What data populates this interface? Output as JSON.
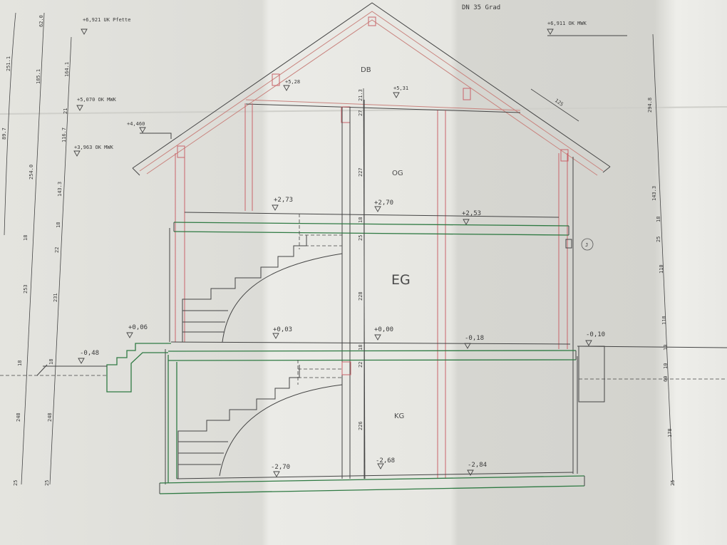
{
  "drawing": {
    "type": "building cross-section",
    "roof_pitch": "DN 35 Grad",
    "rooms": [
      {
        "id": "db",
        "label": "DB"
      },
      {
        "id": "og",
        "label": "OG"
      },
      {
        "id": "eg",
        "label": "EG"
      },
      {
        "id": "kg",
        "label": "KG"
      }
    ],
    "levels": {
      "uk_pfette": "+6,921 UK Pfette",
      "ok_mwk_top": "+6,911 OK MWK",
      "ok_mwk_5070": "+5,070 OK MWK",
      "ok_mwk_3963": "+3,963 OK MWK",
      "eave": "+4,460",
      "db_left": "+5,28",
      "db_mid": "+5,31",
      "og_left": "+2,73",
      "og_mid": "+2,70",
      "og_right": "+2,53",
      "eg_entry": "+0,06",
      "eg_left": "+0,03",
      "eg_mid": "+0,00",
      "eg_right": "-0,18",
      "ext_right": "-0,10",
      "ext_left": "-0,48",
      "kg_left": "-2,70",
      "kg_mid": "-2,68",
      "kg_right": "-2,84"
    },
    "dims_left_1": [
      "251.1",
      "89.7",
      "18"
    ],
    "dims_left_2": [
      "62.0",
      "185.1",
      "254.0",
      "18",
      "253",
      "18",
      "248",
      "25"
    ],
    "dims_left_3": [
      "164.1",
      "21",
      "116.7",
      "143.3",
      "18",
      "22",
      "231",
      "18",
      "248",
      "25"
    ],
    "dims_center": [
      "21.3",
      "27",
      "227",
      "18",
      "25",
      "228",
      "18",
      "22",
      "226"
    ],
    "dims_right": [
      "294.8",
      "143.3",
      "18",
      "25",
      "110",
      "118",
      "10",
      "10",
      "60",
      "178",
      "25"
    ],
    "overhang": "125",
    "marker": "J"
  }
}
